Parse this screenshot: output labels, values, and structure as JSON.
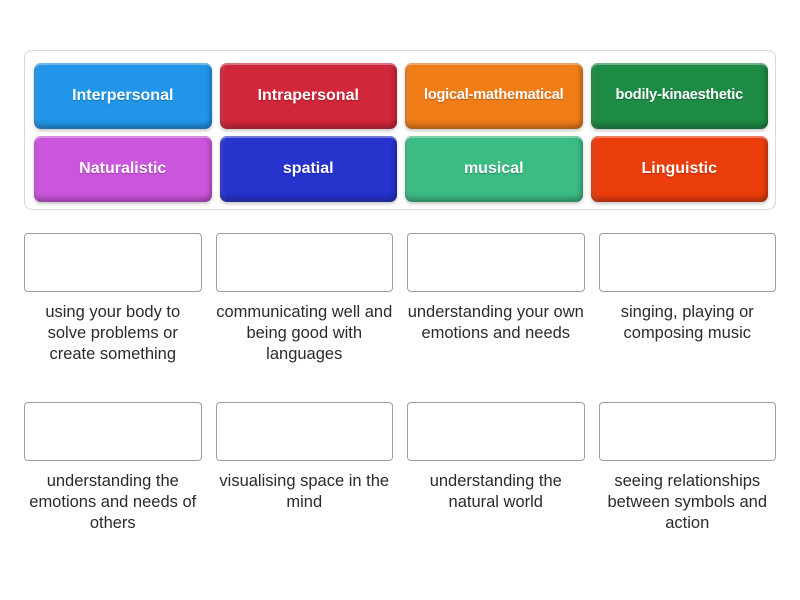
{
  "tray": {
    "rows": [
      [
        {
          "label": "Interpersonal",
          "color": "#2196e8",
          "shrink": false
        },
        {
          "label": "Intrapersonal",
          "color": "#d2263a",
          "shrink": false
        },
        {
          "label": "logical-mathematical",
          "color": "#f07d18",
          "shrink": true
        },
        {
          "label": "bodily-kinaesthetic",
          "color": "#1e8b45",
          "shrink": true
        }
      ],
      [
        {
          "label": "Naturalistic",
          "color": "#cc55dd",
          "shrink": false
        },
        {
          "label": "spatial",
          "color": "#2633cc",
          "shrink": false
        },
        {
          "label": "musical",
          "color": "#3cbc85",
          "shrink": false
        },
        {
          "label": "Linguistic",
          "color": "#ec3d0c",
          "shrink": false
        }
      ]
    ]
  },
  "dropzones": {
    "rows": [
      [
        {
          "caption": "using your body to solve problems or create something"
        },
        {
          "caption": "communicating well and being good with languages"
        },
        {
          "caption": "understanding your own emotions and needs"
        },
        {
          "caption": "singing, playing or composing music"
        }
      ],
      [
        {
          "caption": "understanding the emotions and needs of others"
        },
        {
          "caption": "visualising space in the mind"
        },
        {
          "caption": "understanding the natural world"
        },
        {
          "caption": "seeing relationships between symbols and action"
        }
      ]
    ]
  }
}
